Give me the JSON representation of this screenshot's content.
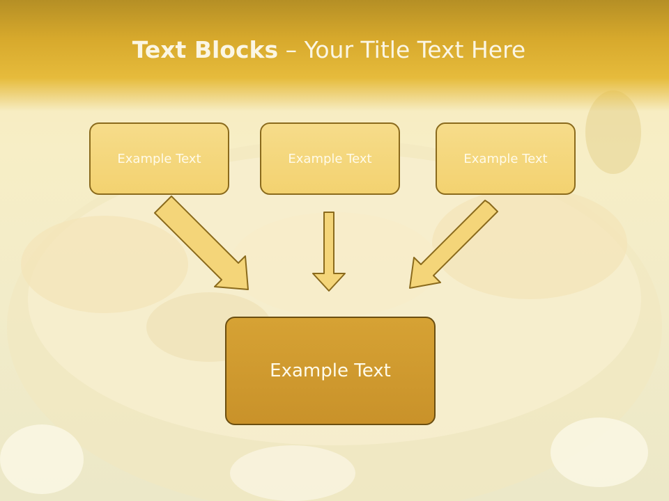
{
  "title": {
    "bold": "Text Blocks",
    "rest": " – Your Title Text Here"
  },
  "blocks": {
    "top_left": "Example Text",
    "top_center": "Example Text",
    "top_right": "Example Text",
    "bottom": "Example Text"
  },
  "colors": {
    "header": "#d7a92c",
    "small_box": "#f3d270",
    "big_box": "#c9922a",
    "arrow_fill": "#f4d579",
    "arrow_stroke": "#8a6a1c"
  }
}
